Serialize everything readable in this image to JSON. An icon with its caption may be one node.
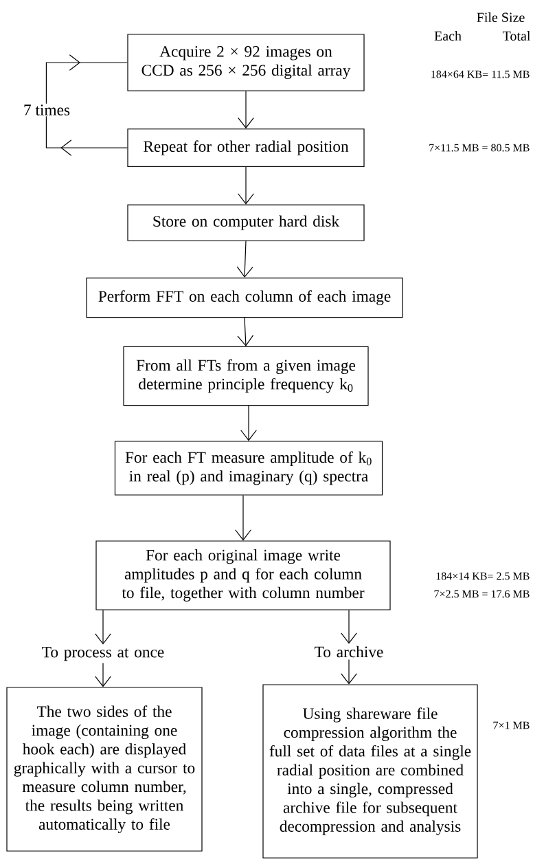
{
  "diagram": {
    "nodes": [
      {
        "text": [
          "Acquire 2 × 92 images on CCD as 256 × 256 digital array"
        ]
      },
      {
        "text": [
          "Repeat for other radial position"
        ]
      },
      {
        "text": [
          "Store on computer hard disk"
        ]
      },
      {
        "text": [
          "Perform FFT on each column of each image"
        ]
      },
      {
        "text": [
          "From all FTs from a given image determine principle frequency k$_{0}$"
        ]
      },
      {
        "text": [
          "For each FT measure amplitude of k$_{0}$ in real (p) and imaginary (q) spectra"
        ]
      },
      {
        "text": [
          "For each original image write amplitudes p and q for each column to file, together with column number"
        ],
        "beside": [
          "184×14 KB= 2.5 MB",
          "7×2.5 MB = 17.6 MB"
        ]
      },
      {
        "text": [
          "To process at once"
        ]
      },
      {
        "text": [
          "To archive"
        ]
      },
      {
        "text": [
          "The two sides of the image (containing one hook each) are displayed graphically with a cursor to measure column number, the results being written automatically to file"
        ]
      },
      {
        "text": [
          "Using shareware file compression algorithm the full set of data files at a single radial position are combined into a single, compressed archive file for subsequent decompression and analysis"
        ],
        "beside": [
          "7×1 MB"
        ]
      }
    ],
    "edges": [
      {
        "from": 0,
        "to": 1,
        "arrow": "to"
      },
      {
        "from": 1,
        "to": 0,
        "arrow": "to",
        "label": "7 times"
      },
      {
        "from": 1,
        "to": 2,
        "arrow": "to"
      },
      {
        "from": 2,
        "to": 3,
        "arrow": "to"
      },
      {
        "from": 3,
        "to": 4,
        "arrow": "to"
      },
      {
        "from": 4,
        "to": 5,
        "arrow": "to"
      },
      {
        "from": 5,
        "to": 6,
        "arrow": "to"
      },
      {
        "from": 6,
        "to": 7,
        "arrow": "to"
      },
      {
        "from": 7,
        "to": 9,
        "arrow": "to"
      },
      {
        "from": 6,
        "to": 8,
        "arrow": "to"
      },
      {
        "from": 8,
        "to": 10,
        "arrow": "to"
      }
    ],
    "labels": [
      "File Size",
      "Each",
      "Total",
      "184×64 KB= 11.5 MB",
      "7×11.5 MB = 80.5 MB"
    ]
  }
}
